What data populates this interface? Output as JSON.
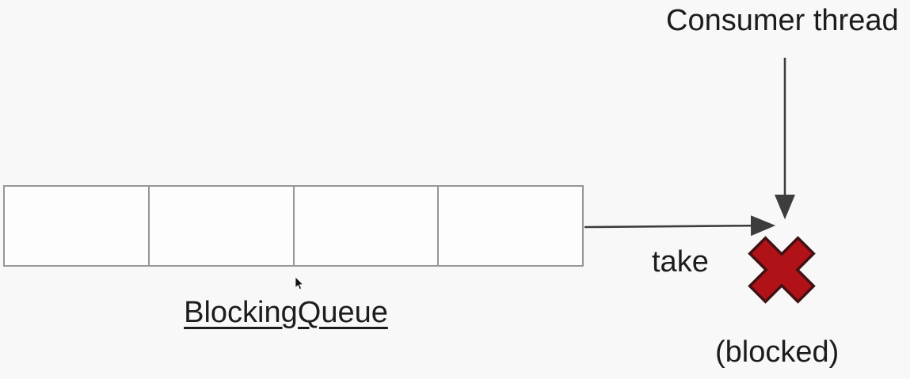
{
  "diagram": {
    "title_context": "BlockingQueue consumer blocked diagram",
    "labels": {
      "consumer_thread": "Consumer thread",
      "take": "take",
      "queue_caption": "BlockingQueue",
      "blocked": "(blocked)"
    },
    "queue": {
      "cell_count": 4,
      "cells": [
        "",
        "",
        "",
        ""
      ]
    },
    "icons": {
      "down_arrow": "consumer-thread-arrow-down",
      "right_arrow": "take-arrow-right",
      "blocked_x": "red-x-blocked-icon",
      "cursor": "mouse-cursor-icon"
    },
    "colors": {
      "background": "#f8f8f8",
      "text": "#1c1c1c",
      "arrow": "#3d3d3d",
      "cell_border": "#969696",
      "cell_fill": "#fdfdfd",
      "x_fill": "#b01217",
      "x_outline": "#401114",
      "cursor": "#111111"
    }
  }
}
